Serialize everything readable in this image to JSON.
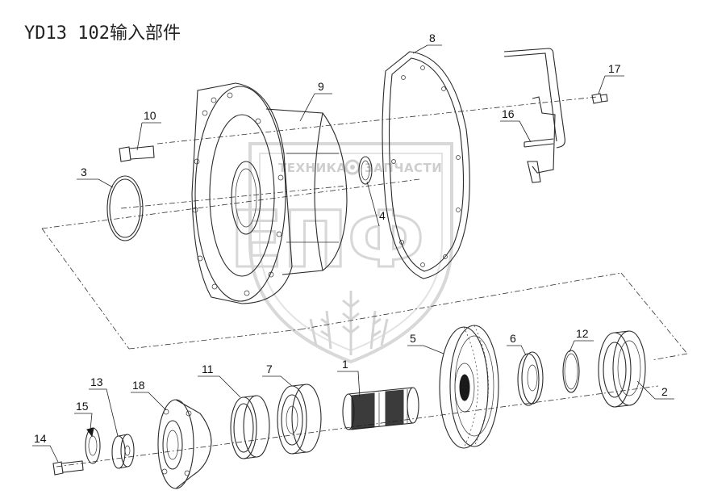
{
  "title": "YD13 102输入部件",
  "watermark": {
    "brand": "ТЕХНИКА",
    "brand2": "ЗАПЧАСТИ",
    "letters": "ЕПФ"
  },
  "callouts": [
    {
      "id": "1",
      "label": "1"
    },
    {
      "id": "2",
      "label": "2"
    },
    {
      "id": "3",
      "label": "3"
    },
    {
      "id": "4",
      "label": "4"
    },
    {
      "id": "5",
      "label": "5"
    },
    {
      "id": "6",
      "label": "6"
    },
    {
      "id": "7",
      "label": "7"
    },
    {
      "id": "8",
      "label": "8"
    },
    {
      "id": "9",
      "label": "9"
    },
    {
      "id": "10",
      "label": "10"
    },
    {
      "id": "11",
      "label": "11"
    },
    {
      "id": "12",
      "label": "12"
    },
    {
      "id": "13",
      "label": "13"
    },
    {
      "id": "14",
      "label": "14"
    },
    {
      "id": "15",
      "label": "15"
    },
    {
      "id": "16",
      "label": "16"
    },
    {
      "id": "17",
      "label": "17"
    },
    {
      "id": "18",
      "label": "18"
    }
  ]
}
